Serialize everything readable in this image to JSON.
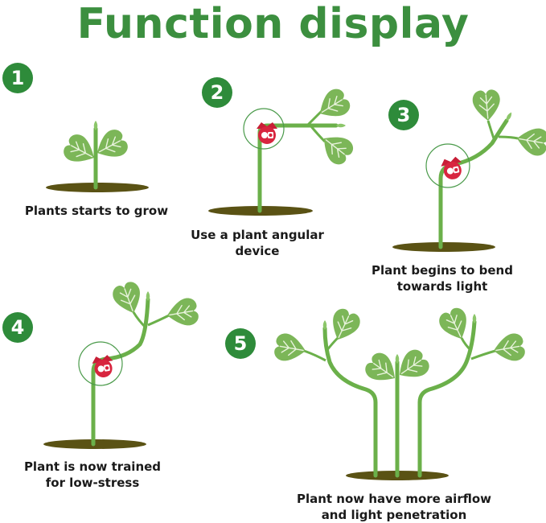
{
  "title": "Function display",
  "colors": {
    "title_green": "#3c8f3f",
    "badge_green": "#2e8b3a",
    "stem_green": "#6bb04a",
    "leaf_green": "#7cb658",
    "leaf_vein": "#e8f3dc",
    "soil": "#5a5214",
    "clip_red": "#d8253f",
    "ring_green": "#4a9a4a"
  },
  "steps": [
    {
      "number": "1",
      "caption": "Plants starts to grow"
    },
    {
      "number": "2",
      "caption": "Use a plant angular\ndevice"
    },
    {
      "number": "3",
      "caption": "Plant begins to bend\ntowards light"
    },
    {
      "number": "4",
      "caption": "Plant is now trained\nfor low-stress"
    },
    {
      "number": "5",
      "caption": "Plant now have more airflow\nand light penetration"
    }
  ],
  "icons": [
    "heart-leaf-icon",
    "plant-clip-icon",
    "soil-patch-icon"
  ]
}
